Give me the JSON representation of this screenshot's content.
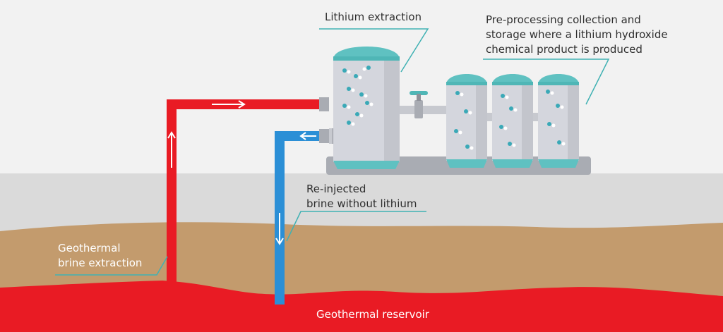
{
  "labels": {
    "lithium_extraction": "Lithium extraction",
    "preprocessing": [
      "Pre-processing collection and",
      "storage where a lithium hydroxide",
      "chemical product is produced"
    ],
    "reinjected": [
      "Re-injected",
      "brine without lithium"
    ],
    "extraction": [
      "Geothermal",
      "brine extraction"
    ],
    "reservoir": "Geothermal reservoir"
  },
  "colors": {
    "background": "#f2f2f2",
    "ground": "#dadada",
    "sediment": "#c39b6d",
    "reservoir": "#e91b24",
    "hot_pipe": "#e91b24",
    "cold_pipe": "#2b8fd6",
    "callout_line": "#3fb1b3",
    "tank_body": "#d4d6dd",
    "tank_cap": "#5fc1c1",
    "base": "#a9acb3"
  },
  "icons": {
    "flow_arrows": "arrow-icon",
    "valve": "valve-icon",
    "lithium_particles": "particle-dots"
  }
}
